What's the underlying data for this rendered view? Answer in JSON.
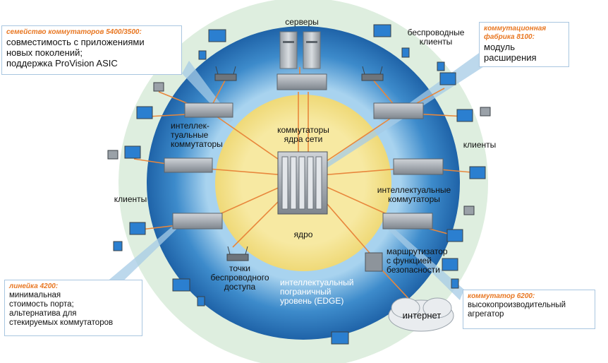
{
  "callouts": {
    "series_5400": {
      "title": "семейство коммутаторов 5400/3500:",
      "body": "совместимость с приложениями\nновых поколений;\nподдержка ProVision ASIC"
    },
    "fabric_8100": {
      "title": "коммутационная\nфабрика 8100:",
      "body": "модуль\nрасширения"
    },
    "line_4200": {
      "title": "линейка 4200:",
      "body": "минимальная\nстоимость порта;\nальтернатива для\nстекируемых коммутаторов"
    },
    "switch_6200": {
      "title": "коммутатор 6200:",
      "body": "высокопроизводительный\nагрегатор"
    }
  },
  "labels": {
    "servers": "серверы",
    "wireless_clients": "беспроводные\nклиенты",
    "clients_right": "клиенты",
    "clients_left": "клиенты",
    "core_switches": "коммутаторы\nядра сети",
    "core": "ядро",
    "intelligent_switches_left": "интеллек-\nтуальные\nкоммутаторы",
    "intelligent_switches_right": "интеллектуальные\nкоммутаторы",
    "access_points": "точки\nбеспроводного\nдоступа",
    "intelligent_edge": "интеллектуальный\nпограничный\nуровень (EDGE)",
    "router": "маршрутизатор\nс функцией\nбезопасности",
    "internet": "интернет"
  },
  "colors": {
    "outer_ring": "#deeedf",
    "blue_ring": "#2f7cc1",
    "core_disc": "#f6e69a",
    "link": "#e8873c",
    "callout_title": "#e87722",
    "callout_border": "#a9c6e0",
    "beam": "#a6cbe6"
  }
}
